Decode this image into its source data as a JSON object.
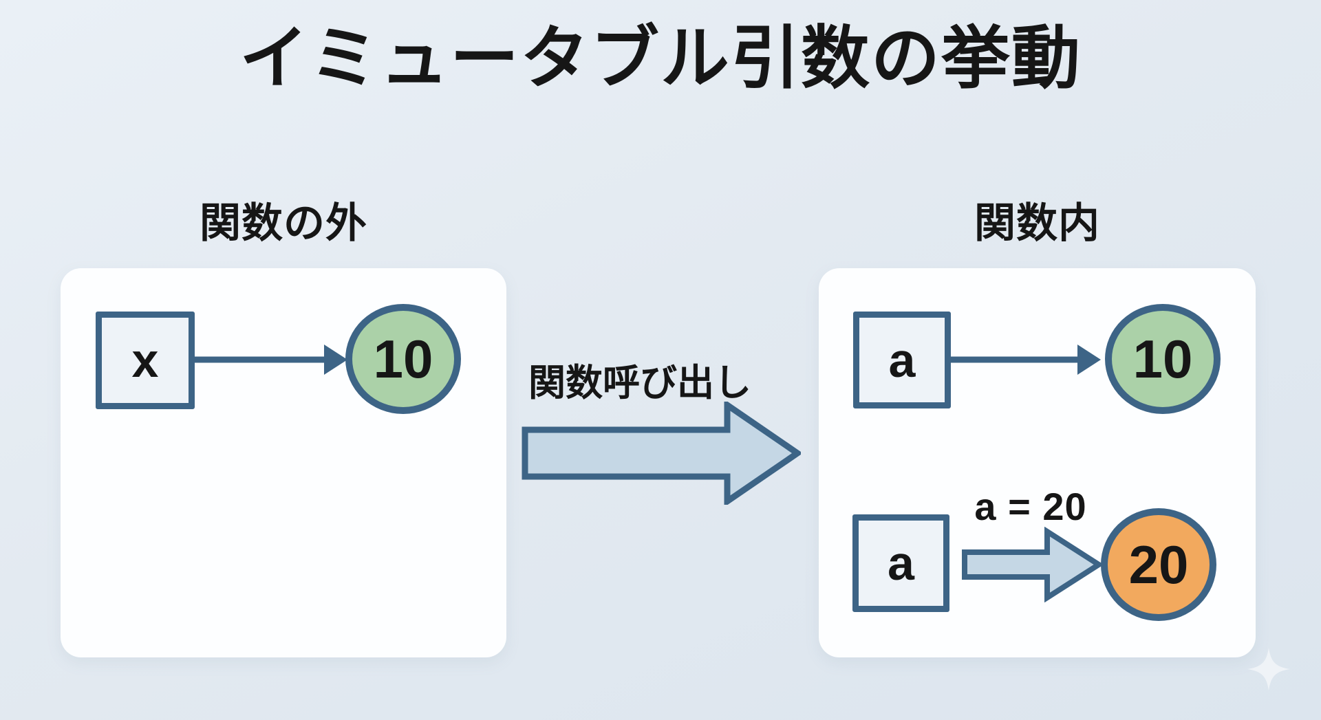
{
  "title": "イミュータブル引数の挙動",
  "colors": {
    "background": "#e3eaf1",
    "panel": "#fdfeff",
    "stroke": "#3d6486",
    "box_fill": "#eef3f8",
    "green_fill": "#abd1a8",
    "orange_fill": "#f2a95e",
    "block_arrow_fill": "#c5d7e5",
    "text": "#161616"
  },
  "left_panel": {
    "heading": "関数の外",
    "row": {
      "variable": "x",
      "value": "10"
    }
  },
  "transition": {
    "label": "関数呼び出し"
  },
  "right_panel": {
    "heading": "関数内",
    "row1": {
      "variable": "a",
      "value": "10"
    },
    "row2": {
      "variable": "a",
      "value": "20",
      "annotation": "a = 20"
    }
  },
  "decorations": {
    "sparkle_icon": "faint white four-point glint"
  }
}
